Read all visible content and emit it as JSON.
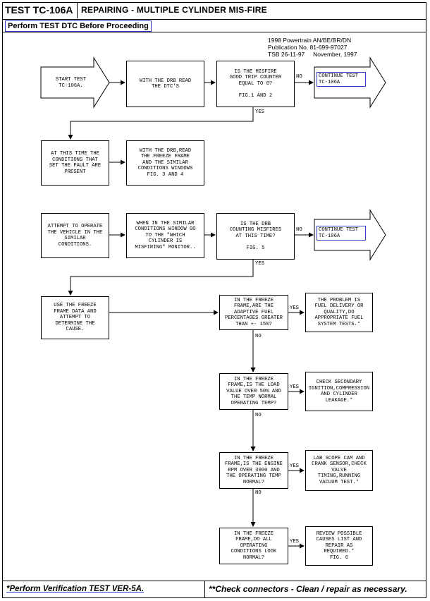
{
  "header": {
    "test_id": "TEST TC-106A",
    "title": "REPAIRING - MULTIPLE CYLINDER MIS-FIRE",
    "perform": "Perform TEST DTC Before Proceeding"
  },
  "publication": {
    "line1": "1998 Powertrain AN/BE/BR/DN",
    "line2": "Publication No. 81-699-97027",
    "line3": "TSB 26-11-97     November, 1997"
  },
  "flow": {
    "start": "START TEST\nTC-106A.",
    "read_dtc": "WITH THE DRB READ\nTHE DTC'S",
    "q_counter": "IS THE MISFIRE\nGOOD TRIP COUNTER\nEQUAL TO 0?\n\nFIG.1 AND 2",
    "continue1": "CONTINUE TEST\nTC-106A",
    "conditions": "AT THIS TIME THE\nCONDITIONS THAT\nSET THE FAULT ARE\nPRESENT",
    "freeze_read": "WITH THE DRB,READ\nTHE FREEZE FRAME\nAND THE SIMILAR\nCONDITIONS WINDOWS\nFIG. 3 AND 4",
    "operate": "ATTEMPT TO OPERATE\nTHE VEHICLE IN THE\nSIMILAR\nCONDITIONS.",
    "similar_window": "WHEN IN THE SIMILAR\nCONDITIONS WINDOW GO\nTO THE \"WHICH\nCYLINDER IS\nMISFIRING\" MONITOR..",
    "q_counting": "IS THE DRB\nCOUNTING MISFIRES\nAT THIS TIME?\n\nFIG. 5",
    "continue2": "CONTINUE TEST\nTC-106A",
    "use_freeze": "USE THE FREEZE\nFRAME DATA AND\nATTEMPT TO\nDETERMINE THE\nCAUSE.",
    "q_adaptive": "IN THE FREEZE\nFRAME,ARE THE\nADAPTIVE FUEL\nPERCENTAGES GREATER\nTHAN +- 15%?",
    "a_fuel": "THE PROBLEM IS\nFUEL DELIVERY OR\nQUALITY,DO\nAPPROPRIATE FUEL\nSYSTEM TESTS.*",
    "q_load": "IN THE FREEZE\nFRAME,IS THE LOAD\nVALUE OVER 50% AND\nTHE TEMP NORMAL\nOPERATING TEMP?",
    "a_ignition": "CHECK SECONDARY\nIGNITION,COMPRESSION\nAND CYLINDER\nLEAKAGE.*",
    "q_rpm": "IN THE FREEZE\nFRAME,IS THE ENGINE\nRPM OVER 3000 AND\nTHE OPERATING TEMP\nNORMAL?",
    "a_labscope": "LAB SCOPE CAM AND\nCRANK SENSOR,CHECK\nVALVE\nTIMING,RUNNING\nVACUUM TEST.*",
    "q_all": "IN THE FREEZE\nFRAME,DO ALL\nOPERATING\nCONDITIONS LOOK\nNORMAL?",
    "a_review": "REVIEW POSSIBLE\nCAUSES LIST AND\nREPAIR AS\nREQUIRED.*\nFIG. 6",
    "labels": {
      "no": "NO",
      "yes": "YES"
    }
  },
  "footer": {
    "verify": "*Perform Verification TEST VER-5A.",
    "connectors": "**Check connectors - Clean / repair as necessary."
  }
}
